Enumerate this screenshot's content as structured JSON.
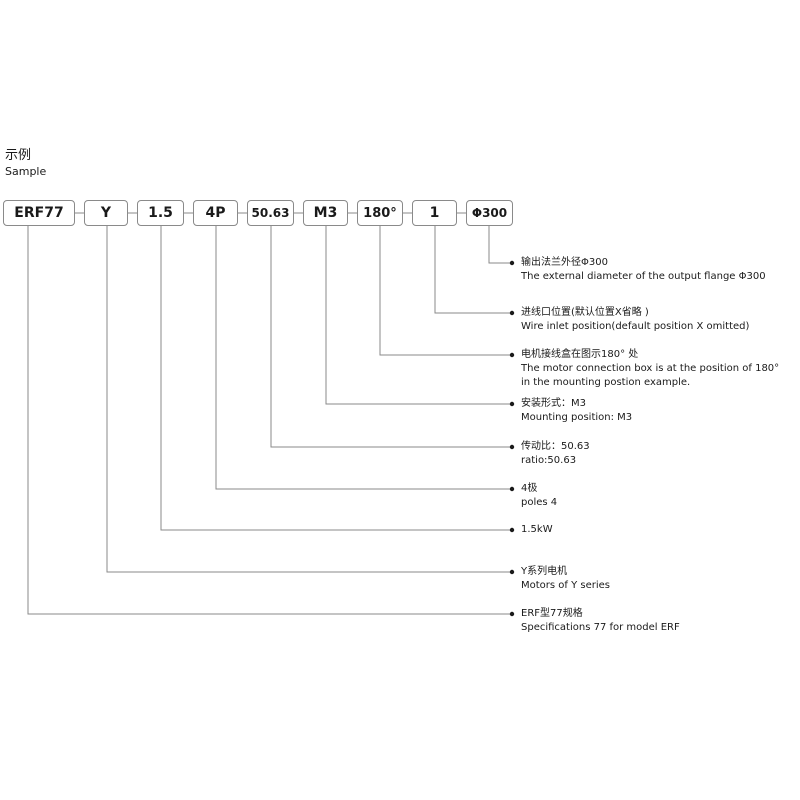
{
  "heading": {
    "zh": "示例",
    "en": "Sample"
  },
  "code_parts": [
    "ERF77",
    "Y",
    "1.5",
    "4P",
    "50.63",
    "M3",
    "180°",
    "1",
    "Φ300"
  ],
  "descriptions": [
    {
      "zh": "输出法兰外径Φ300",
      "en": "The external diameter of the output flange  Φ300"
    },
    {
      "zh": "进线口位置(默认位置X省略 )",
      "en": "Wire inlet position(default position X omitted)"
    },
    {
      "zh": "电机接线盒在图示180°  处",
      "en": "The motor connection box is at the position of 180°",
      "en2": "in the mounting postion example."
    },
    {
      "zh": "安装形式：M3",
      "en": "Mounting position: M3"
    },
    {
      "zh": "传动比：50.63",
      "en": "ratio:50.63"
    },
    {
      "zh": "4极",
      "en": "poles 4"
    },
    {
      "zh": "1.5kW"
    },
    {
      "zh": "Y系列电机",
      "en": "Motors of Y series"
    },
    {
      "zh": "ERF型77规格",
      "en": "Specifications 77 for model ERF"
    }
  ]
}
